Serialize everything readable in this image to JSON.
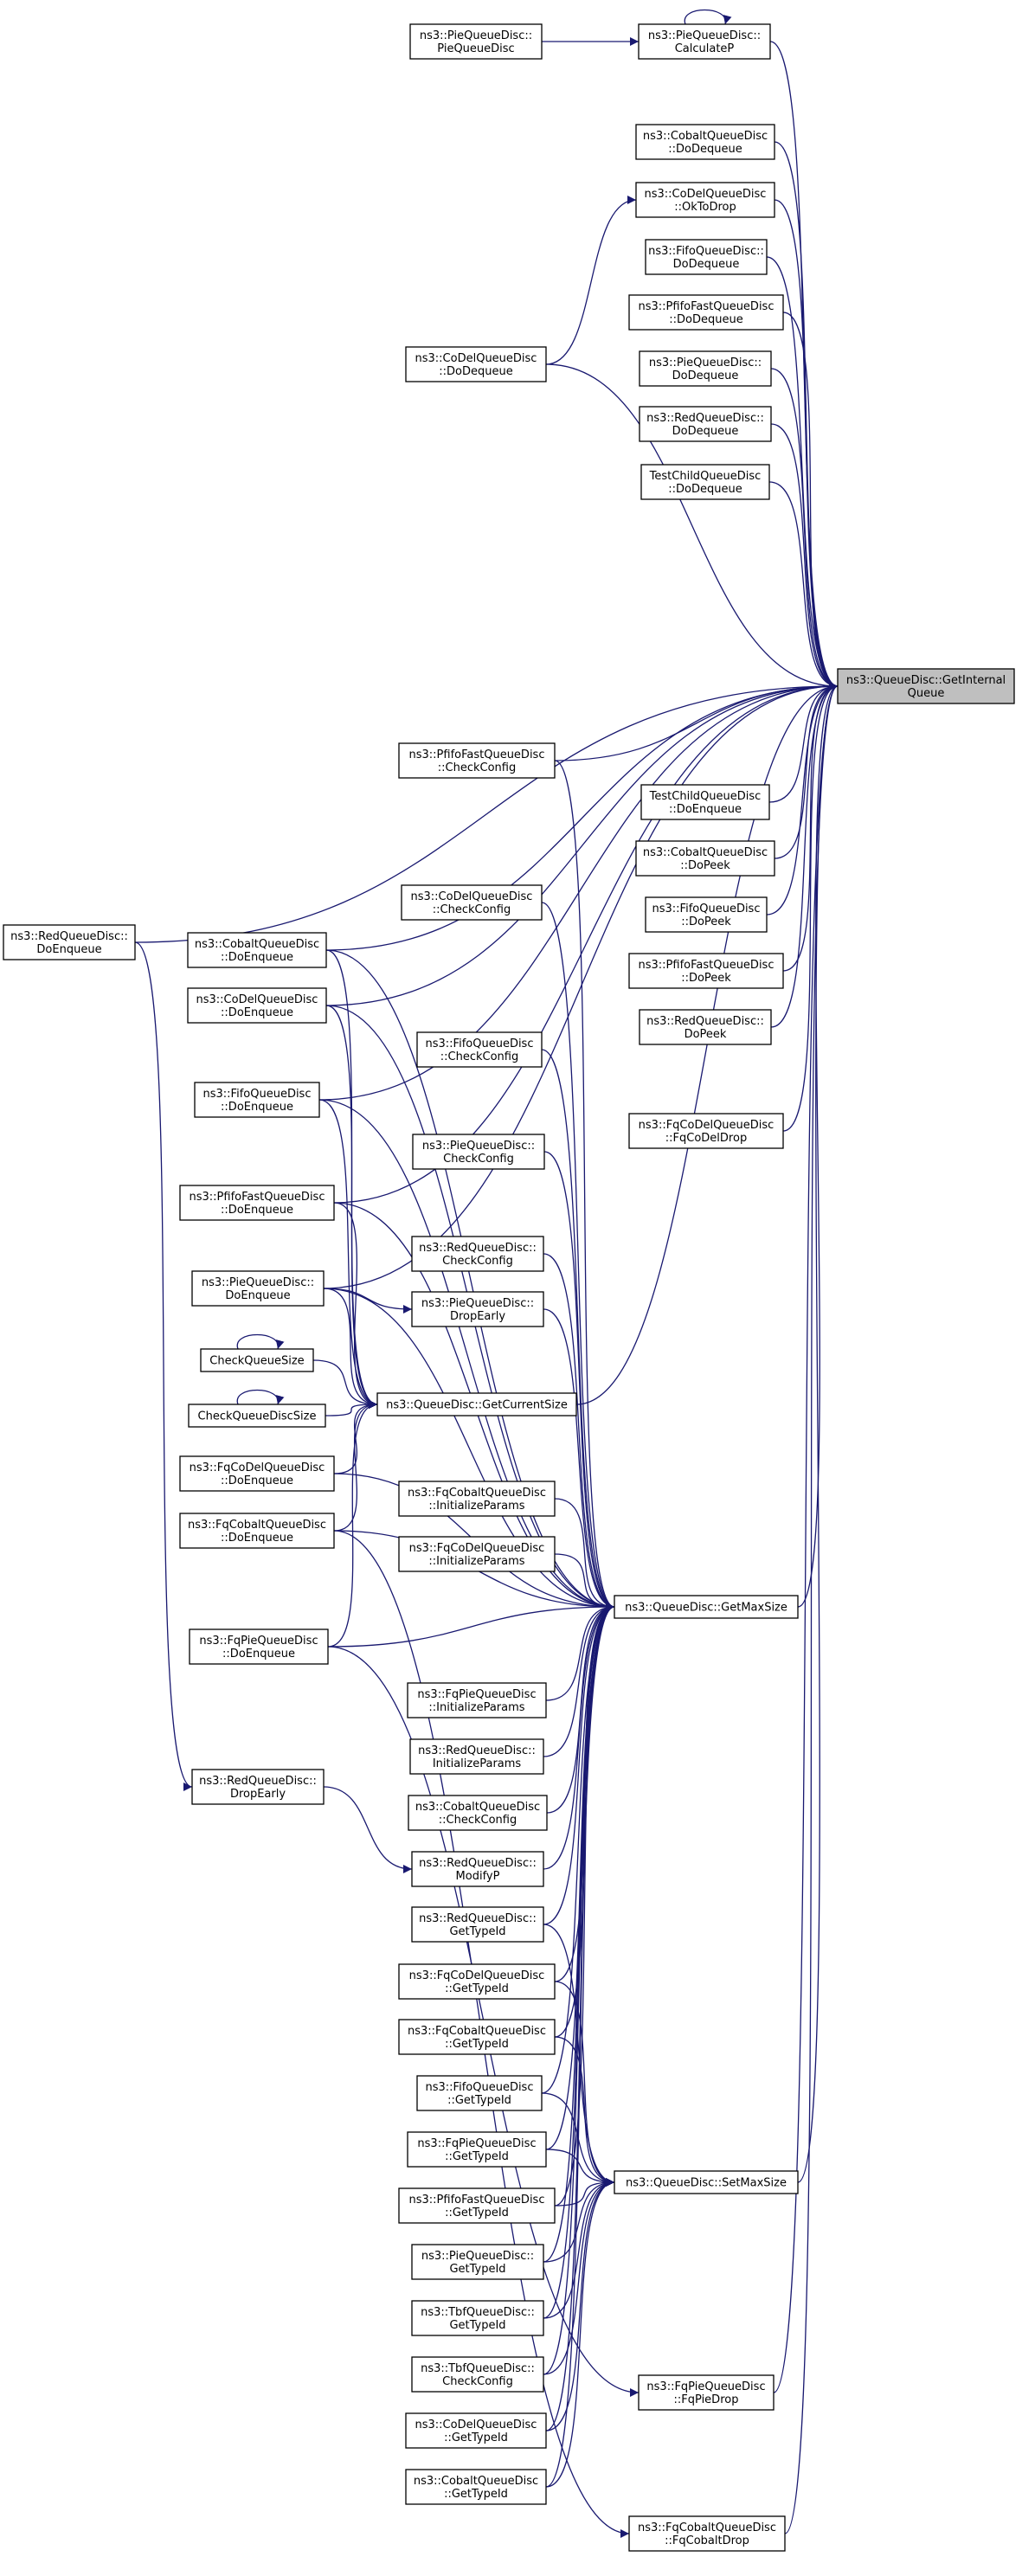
{
  "graph": {
    "colors": {
      "edge": "#191970",
      "node_border": "#000000",
      "node_fill": "#ffffff",
      "highlight_fill": "#bfbfbf",
      "text": "#000000"
    },
    "nodes": [
      {
        "id": "pqd_ctor",
        "lines": [
          "ns3::PieQueueDisc::",
          "PieQueueDisc"
        ]
      },
      {
        "id": "pqd_calcp",
        "lines": [
          "ns3::PieQueueDisc::",
          "CalculateP"
        ]
      },
      {
        "id": "cobalt_deq",
        "lines": [
          "ns3::CobaltQueueDisc",
          "::DoDequeue"
        ]
      },
      {
        "id": "codel_oktodrop",
        "lines": [
          "ns3::CoDelQueueDisc",
          "::OkToDrop"
        ]
      },
      {
        "id": "fifo_deq",
        "lines": [
          "ns3::FifoQueueDisc::",
          "DoDequeue"
        ]
      },
      {
        "id": "pfifo_deq",
        "lines": [
          "ns3::PfifoFastQueueDisc",
          "::DoDequeue"
        ]
      },
      {
        "id": "pie_deq",
        "lines": [
          "ns3::PieQueueDisc::",
          "DoDequeue"
        ]
      },
      {
        "id": "red_deq",
        "lines": [
          "ns3::RedQueueDisc::",
          "DoDequeue"
        ]
      },
      {
        "id": "test_deq",
        "lines": [
          "TestChildQueueDisc",
          "::DoDequeue"
        ]
      },
      {
        "id": "codel_deq",
        "lines": [
          "ns3::CoDelQueueDisc",
          "::DoDequeue"
        ]
      },
      {
        "id": "get_internal_queue",
        "lines": [
          "ns3::QueueDisc::GetInternal",
          "Queue"
        ],
        "highlight": true
      },
      {
        "id": "pfifo_checkcfg",
        "lines": [
          "ns3::PfifoFastQueueDisc",
          "::CheckConfig"
        ]
      },
      {
        "id": "test_enq",
        "lines": [
          "TestChildQueueDisc",
          "::DoEnqueue"
        ]
      },
      {
        "id": "cobalt_peek",
        "lines": [
          "ns3::CobaltQueueDisc",
          "::DoPeek"
        ]
      },
      {
        "id": "fifo_peek",
        "lines": [
          "ns3::FifoQueueDisc",
          "::DoPeek"
        ]
      },
      {
        "id": "pfifo_peek",
        "lines": [
          "ns3::PfifoFastQueueDisc",
          "::DoPeek"
        ]
      },
      {
        "id": "red_peek",
        "lines": [
          "ns3::RedQueueDisc::",
          "DoPeek"
        ]
      },
      {
        "id": "red_enq",
        "lines": [
          "ns3::RedQueueDisc::",
          "DoEnqueue"
        ]
      },
      {
        "id": "codel_checkcfg",
        "lines": [
          "ns3::CoDelQueueDisc",
          "::CheckConfig"
        ]
      },
      {
        "id": "cobalt_enq",
        "lines": [
          "ns3::CobaltQueueDisc",
          "::DoEnqueue"
        ]
      },
      {
        "id": "codel_enq",
        "lines": [
          "ns3::CoDelQueueDisc",
          "::DoEnqueue"
        ]
      },
      {
        "id": "fifo_checkcfg",
        "lines": [
          "ns3::FifoQueueDisc",
          "::CheckConfig"
        ]
      },
      {
        "id": "fifo_enq",
        "lines": [
          "ns3::FifoQueueDisc",
          "::DoEnqueue"
        ]
      },
      {
        "id": "fqcodel_drop",
        "lines": [
          "ns3::FqCoDelQueueDisc",
          "::FqCoDelDrop"
        ]
      },
      {
        "id": "pie_checkcfg",
        "lines": [
          "ns3::PieQueueDisc::",
          "CheckConfig"
        ]
      },
      {
        "id": "pfifo_enq",
        "lines": [
          "ns3::PfifoFastQueueDisc",
          "::DoEnqueue"
        ]
      },
      {
        "id": "red_checkcfg",
        "lines": [
          "ns3::RedQueueDisc::",
          "CheckConfig"
        ]
      },
      {
        "id": "pie_enq",
        "lines": [
          "ns3::PieQueueDisc::",
          "DoEnqueue"
        ]
      },
      {
        "id": "pie_dropearly",
        "lines": [
          "ns3::PieQueueDisc::",
          "DropEarly"
        ]
      },
      {
        "id": "check_queue_size",
        "lines": [
          "CheckQueueSize"
        ]
      },
      {
        "id": "check_queue_disc_size",
        "lines": [
          "CheckQueueDiscSize"
        ]
      },
      {
        "id": "get_current_size",
        "lines": [
          "ns3::QueueDisc::GetCurrentSize"
        ]
      },
      {
        "id": "fqcodel_enq",
        "lines": [
          "ns3::FqCoDelQueueDisc",
          "::DoEnqueue"
        ]
      },
      {
        "id": "fqcobalt_init",
        "lines": [
          "ns3::FqCobaltQueueDisc",
          "::InitializeParams"
        ]
      },
      {
        "id": "fqcobalt_enq",
        "lines": [
          "ns3::FqCobaltQueueDisc",
          "::DoEnqueue"
        ]
      },
      {
        "id": "fqcodel_init",
        "lines": [
          "ns3::FqCoDelQueueDisc",
          "::InitializeParams"
        ]
      },
      {
        "id": "get_max_size",
        "lines": [
          "ns3::QueueDisc::GetMaxSize"
        ]
      },
      {
        "id": "fqpie_enq",
        "lines": [
          "ns3::FqPieQueueDisc",
          "::DoEnqueue"
        ]
      },
      {
        "id": "fqpie_init",
        "lines": [
          "ns3::FqPieQueueDisc",
          "::InitializeParams"
        ]
      },
      {
        "id": "red_init",
        "lines": [
          "ns3::RedQueueDisc::",
          "InitializeParams"
        ]
      },
      {
        "id": "red_dropearly",
        "lines": [
          "ns3::RedQueueDisc::",
          "DropEarly"
        ]
      },
      {
        "id": "cobalt_checkcfg",
        "lines": [
          "ns3::CobaltQueueDisc",
          "::CheckConfig"
        ]
      },
      {
        "id": "red_modifyp",
        "lines": [
          "ns3::RedQueueDisc::",
          "ModifyP"
        ]
      },
      {
        "id": "red_typeid",
        "lines": [
          "ns3::RedQueueDisc::",
          "GetTypeId"
        ]
      },
      {
        "id": "fqcodel_typeid",
        "lines": [
          "ns3::FqCoDelQueueDisc",
          "::GetTypeId"
        ]
      },
      {
        "id": "fqcobalt_typeid",
        "lines": [
          "ns3::FqCobaltQueueDisc",
          "::GetTypeId"
        ]
      },
      {
        "id": "fifo_typeid",
        "lines": [
          "ns3::FifoQueueDisc",
          "::GetTypeId"
        ]
      },
      {
        "id": "fqpie_typeid",
        "lines": [
          "ns3::FqPieQueueDisc",
          "::GetTypeId"
        ]
      },
      {
        "id": "set_max_size",
        "lines": [
          "ns3::QueueDisc::SetMaxSize"
        ]
      },
      {
        "id": "pfifo_typeid",
        "lines": [
          "ns3::PfifoFastQueueDisc",
          "::GetTypeId"
        ]
      },
      {
        "id": "pie_typeid",
        "lines": [
          "ns3::PieQueueDisc::",
          "GetTypeId"
        ]
      },
      {
        "id": "tbf_typeid",
        "lines": [
          "ns3::TbfQueueDisc::",
          "GetTypeId"
        ]
      },
      {
        "id": "tbf_checkcfg",
        "lines": [
          "ns3::TbfQueueDisc::",
          "CheckConfig"
        ]
      },
      {
        "id": "fqpie_drop",
        "lines": [
          "ns3::FqPieQueueDisc",
          "::FqPieDrop"
        ]
      },
      {
        "id": "codel_typeid",
        "lines": [
          "ns3::CoDelQueueDisc",
          "::GetTypeId"
        ]
      },
      {
        "id": "cobalt_typeid",
        "lines": [
          "ns3::CobaltQueueDisc",
          "::GetTypeId"
        ]
      },
      {
        "id": "fqcobalt_drop",
        "lines": [
          "ns3::FqCobaltQueueDisc",
          "::FqCobaltDrop"
        ]
      }
    ],
    "edges": [
      [
        "pqd_ctor",
        "pqd_calcp"
      ],
      [
        "pqd_calcp",
        "pqd_calcp"
      ],
      [
        "pqd_calcp",
        "get_internal_queue"
      ],
      [
        "red_enq",
        "get_internal_queue"
      ],
      [
        "red_enq",
        "red_dropearly"
      ],
      [
        "cobalt_deq",
        "get_internal_queue"
      ],
      [
        "codel_oktodrop",
        "get_internal_queue"
      ],
      [
        "codel_deq",
        "codel_oktodrop"
      ],
      [
        "codel_deq",
        "get_internal_queue"
      ],
      [
        "fifo_deq",
        "get_internal_queue"
      ],
      [
        "pfifo_deq",
        "get_internal_queue"
      ],
      [
        "pie_deq",
        "get_internal_queue"
      ],
      [
        "red_deq",
        "get_internal_queue"
      ],
      [
        "test_deq",
        "get_internal_queue"
      ],
      [
        "pfifo_checkcfg",
        "get_internal_queue"
      ],
      [
        "pfifo_checkcfg",
        "get_max_size"
      ],
      [
        "test_enq",
        "get_internal_queue"
      ],
      [
        "cobalt_peek",
        "get_internal_queue"
      ],
      [
        "fifo_peek",
        "get_internal_queue"
      ],
      [
        "pfifo_peek",
        "get_internal_queue"
      ],
      [
        "red_peek",
        "get_internal_queue"
      ],
      [
        "fqcodel_drop",
        "get_internal_queue"
      ],
      [
        "codel_checkcfg",
        "get_max_size"
      ],
      [
        "cobalt_enq",
        "get_internal_queue"
      ],
      [
        "cobalt_enq",
        "get_current_size"
      ],
      [
        "cobalt_enq",
        "get_max_size"
      ],
      [
        "codel_enq",
        "get_internal_queue"
      ],
      [
        "codel_enq",
        "get_current_size"
      ],
      [
        "codel_enq",
        "get_max_size"
      ],
      [
        "fifo_checkcfg",
        "get_max_size"
      ],
      [
        "fifo_enq",
        "get_internal_queue"
      ],
      [
        "fifo_enq",
        "get_current_size"
      ],
      [
        "fifo_enq",
        "get_max_size"
      ],
      [
        "pie_checkcfg",
        "get_max_size"
      ],
      [
        "pfifo_enq",
        "get_internal_queue"
      ],
      [
        "pfifo_enq",
        "get_current_size"
      ],
      [
        "pfifo_enq",
        "get_max_size"
      ],
      [
        "red_checkcfg",
        "get_max_size"
      ],
      [
        "pie_enq",
        "pie_dropearly"
      ],
      [
        "pie_enq",
        "get_internal_queue"
      ],
      [
        "pie_enq",
        "get_current_size"
      ],
      [
        "pie_enq",
        "get_max_size"
      ],
      [
        "pie_dropearly",
        "get_max_size"
      ],
      [
        "check_queue_size",
        "check_queue_size"
      ],
      [
        "check_queue_size",
        "get_current_size"
      ],
      [
        "check_queue_disc_size",
        "check_queue_disc_size"
      ],
      [
        "check_queue_disc_size",
        "get_current_size"
      ],
      [
        "get_current_size",
        "get_internal_queue"
      ],
      [
        "fqcodel_enq",
        "get_current_size"
      ],
      [
        "fqcodel_enq",
        "get_max_size"
      ],
      [
        "fqcobalt_enq",
        "get_current_size"
      ],
      [
        "fqcobalt_enq",
        "get_max_size"
      ],
      [
        "fqcobalt_enq",
        "fqcobalt_drop"
      ],
      [
        "fqcobalt_init",
        "get_max_size"
      ],
      [
        "fqcodel_init",
        "get_max_size"
      ],
      [
        "fqpie_enq",
        "get_current_size"
      ],
      [
        "fqpie_enq",
        "get_max_size"
      ],
      [
        "fqpie_enq",
        "fqpie_drop"
      ],
      [
        "fqpie_init",
        "get_max_size"
      ],
      [
        "red_init",
        "get_max_size"
      ],
      [
        "red_dropearly",
        "red_modifyp"
      ],
      [
        "cobalt_checkcfg",
        "get_max_size"
      ],
      [
        "red_modifyp",
        "get_max_size"
      ],
      [
        "red_typeid",
        "get_max_size"
      ],
      [
        "red_typeid",
        "set_max_size"
      ],
      [
        "fqcodel_typeid",
        "get_max_size"
      ],
      [
        "fqcodel_typeid",
        "set_max_size"
      ],
      [
        "fqcobalt_typeid",
        "get_max_size"
      ],
      [
        "fqcobalt_typeid",
        "set_max_size"
      ],
      [
        "fifo_typeid",
        "get_max_size"
      ],
      [
        "fifo_typeid",
        "set_max_size"
      ],
      [
        "fqpie_typeid",
        "get_max_size"
      ],
      [
        "fqpie_typeid",
        "set_max_size"
      ],
      [
        "pfifo_typeid",
        "get_max_size"
      ],
      [
        "pfifo_typeid",
        "set_max_size"
      ],
      [
        "pie_typeid",
        "get_max_size"
      ],
      [
        "pie_typeid",
        "set_max_size"
      ],
      [
        "tbf_typeid",
        "get_max_size"
      ],
      [
        "tbf_typeid",
        "set_max_size"
      ],
      [
        "tbf_checkcfg",
        "get_max_size"
      ],
      [
        "tbf_checkcfg",
        "set_max_size"
      ],
      [
        "codel_typeid",
        "get_max_size"
      ],
      [
        "codel_typeid",
        "set_max_size"
      ],
      [
        "cobalt_typeid",
        "get_max_size"
      ],
      [
        "cobalt_typeid",
        "set_max_size"
      ],
      [
        "set_max_size",
        "get_internal_queue"
      ],
      [
        "get_max_size",
        "get_internal_queue"
      ],
      [
        "fqpie_drop",
        "get_internal_queue"
      ],
      [
        "fqcobalt_drop",
        "get_internal_queue"
      ]
    ]
  }
}
